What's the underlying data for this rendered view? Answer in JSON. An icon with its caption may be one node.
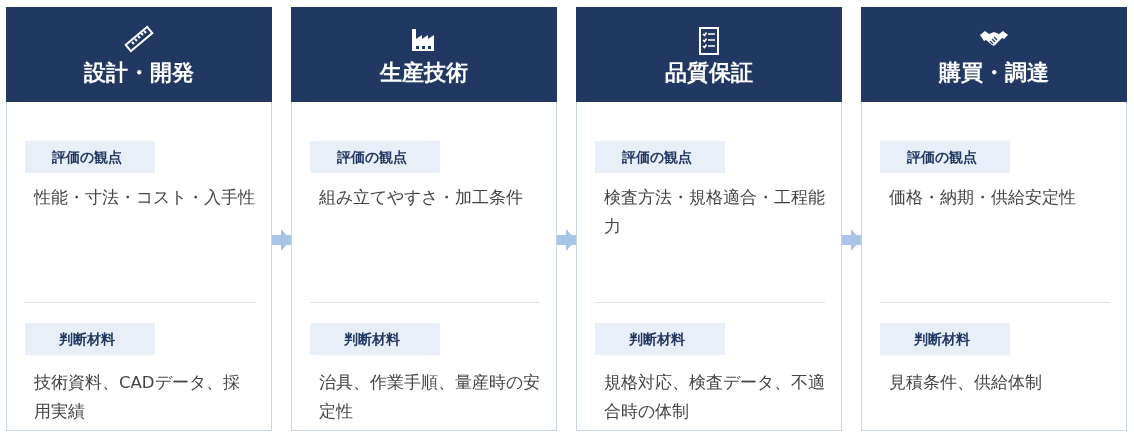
{
  "diagram": {
    "nodes": [
      {
        "text": [
          "設計・開発",
          "性能・寸法・コスト・入手性",
          "技術資料、CADデータ、採用実績"
        ]
      },
      {
        "text": [
          "評価の観点"
        ],
        "in": 0
      },
      {
        "text": [
          "判断材料"
        ],
        "in": 0
      },
      {
        "text": [
          "生産技術",
          "組み立てやすさ・加工条件",
          "治具、作業手順、量産時の安定性"
        ]
      },
      {
        "text": [
          "評価の観点"
        ],
        "in": 3
      },
      {
        "text": [
          "判断材料"
        ],
        "in": 3
      },
      {
        "text": [
          "品質保証",
          "検査方法・規格適合・工程能力",
          "規格対応、検査データ、不適合時の体制"
        ]
      },
      {
        "text": [
          "評価の観点"
        ],
        "in": 6
      },
      {
        "text": [
          "判断材料"
        ],
        "in": 6
      },
      {
        "text": [
          "購買・調達",
          "価格・納期・供給安定性",
          "見積条件、供給体制"
        ]
      },
      {
        "text": [
          "評価の観点"
        ],
        "in": 9
      },
      {
        "text": [
          "判断材料"
        ],
        "in": 9
      }
    ],
    "edges": [
      {
        "from": 0,
        "to": 3,
        "arrow": "to"
      },
      {
        "from": 3,
        "to": 6,
        "arrow": "to"
      },
      {
        "from": 6,
        "to": 9,
        "arrow": "to"
      }
    ]
  }
}
